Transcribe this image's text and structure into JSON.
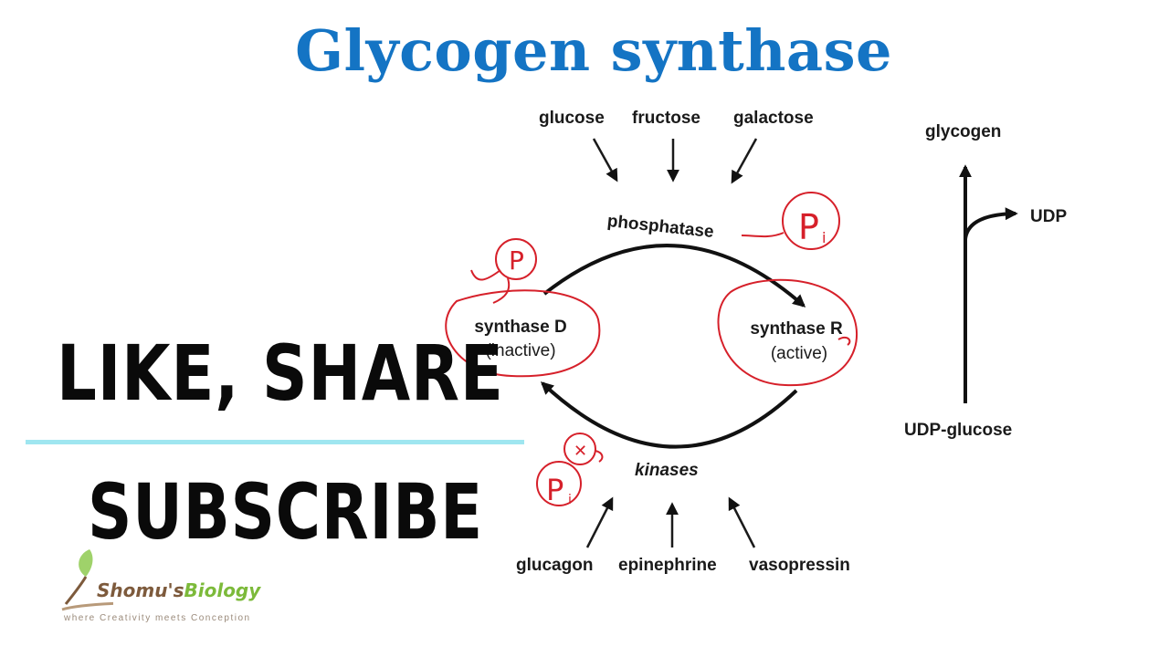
{
  "title": "Glycogen synthase",
  "sugars": {
    "glucose": "glucose",
    "fructose": "fructose",
    "galactose": "galactose"
  },
  "enzymes": {
    "phosphatase": "phosphatase",
    "kinases": "kinases"
  },
  "states": {
    "synthase_d": "synthase D",
    "synthase_d_status": "(inactive)",
    "synthase_r": "synthase R",
    "synthase_r_status": "(active)"
  },
  "hormones": {
    "glucagon": "glucagon",
    "epinephrine": "epinephrine",
    "vasopressin": "vasopressin"
  },
  "reaction": {
    "product": "glycogen",
    "byproduct": "UDP",
    "substrate": "UDP-glucose"
  },
  "annotations": {
    "p": "P",
    "pi_top": "P",
    "pi_top_sub": "i",
    "pi_bottom": "P",
    "pi_bottom_sub": "i"
  },
  "cta": {
    "line1": "LIKE, SHARE",
    "line2": "SUBSCRIBE"
  },
  "logo": {
    "brand_a": "Shomu's",
    "brand_b": "Biology",
    "tagline": "where Creativity meets Conception"
  },
  "colors": {
    "title": "#1474c4",
    "annotation": "#d6202a",
    "divider": "#9fe6f0"
  }
}
